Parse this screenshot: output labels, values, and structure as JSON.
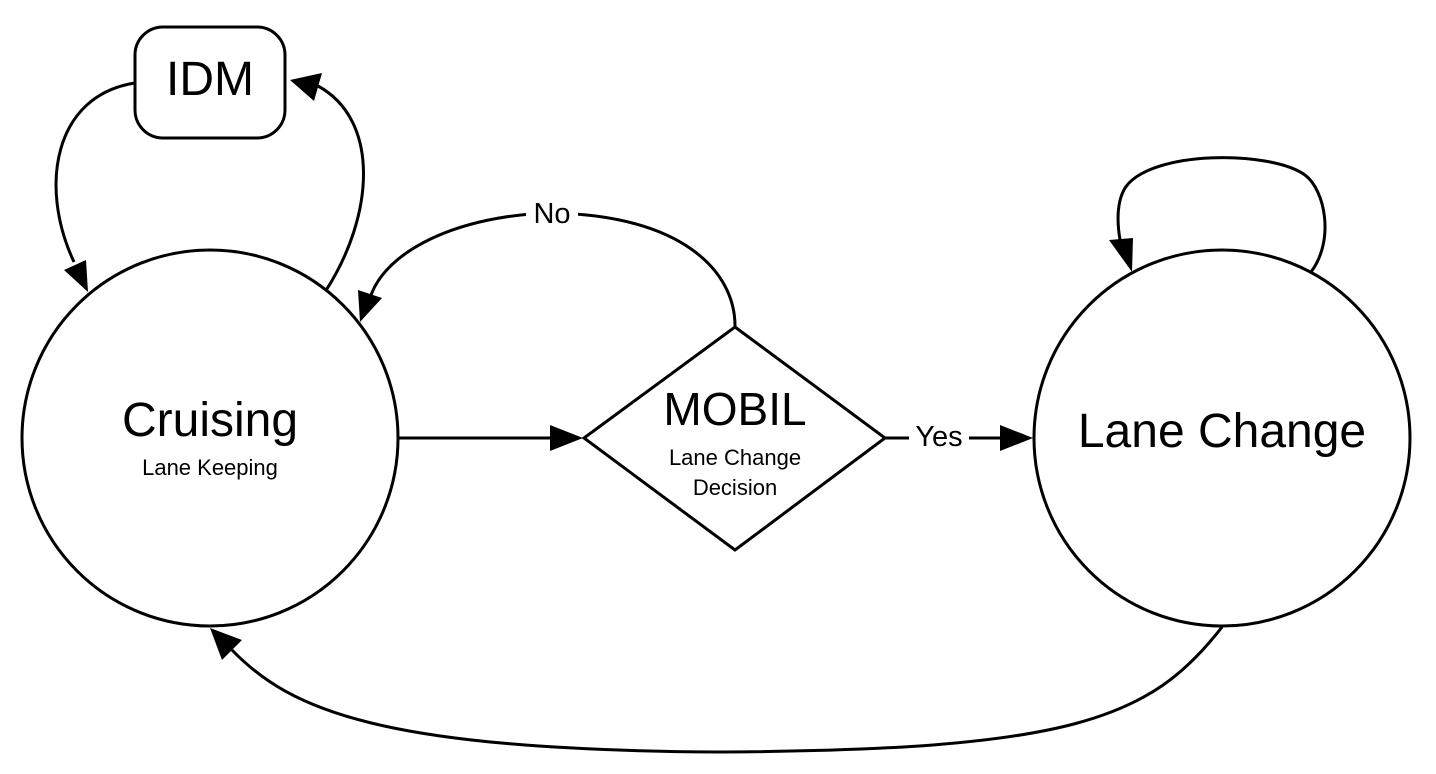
{
  "nodes": {
    "idm": {
      "label": "IDM"
    },
    "cruising": {
      "label": "Cruising",
      "sublabel": "Lane Keeping"
    },
    "mobil": {
      "label": "MOBIL",
      "sublabel_line1": "Lane Change",
      "sublabel_line2": "Decision"
    },
    "lane_change": {
      "label": "Lane Change"
    }
  },
  "edges": {
    "no": {
      "label": "No"
    },
    "yes": {
      "label": "Yes"
    }
  },
  "colors": {
    "stroke": "#000000",
    "background": "#ffffff"
  }
}
